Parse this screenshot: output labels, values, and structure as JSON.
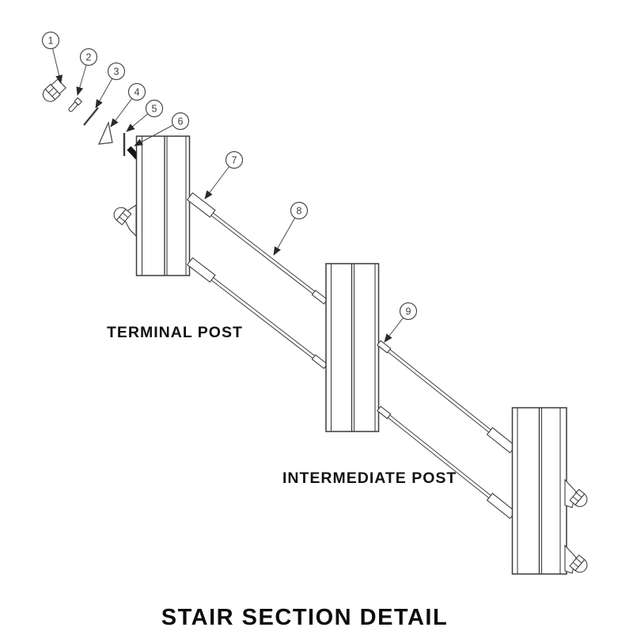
{
  "page": {
    "background": "#ffffff",
    "line_color": "#3f3f3f",
    "text_color": "#121212"
  },
  "drawing": {
    "title": "STAIR SECTION DETAIL",
    "labels": {
      "terminal_post": "TERMINAL POST",
      "intermediate_post": "INTERMEDIATE POST"
    },
    "balloons": [
      {
        "number": "1"
      },
      {
        "number": "2"
      },
      {
        "number": "3"
      },
      {
        "number": "4"
      },
      {
        "number": "5"
      },
      {
        "number": "6"
      },
      {
        "number": "7"
      },
      {
        "number": "8"
      },
      {
        "number": "9"
      }
    ]
  }
}
